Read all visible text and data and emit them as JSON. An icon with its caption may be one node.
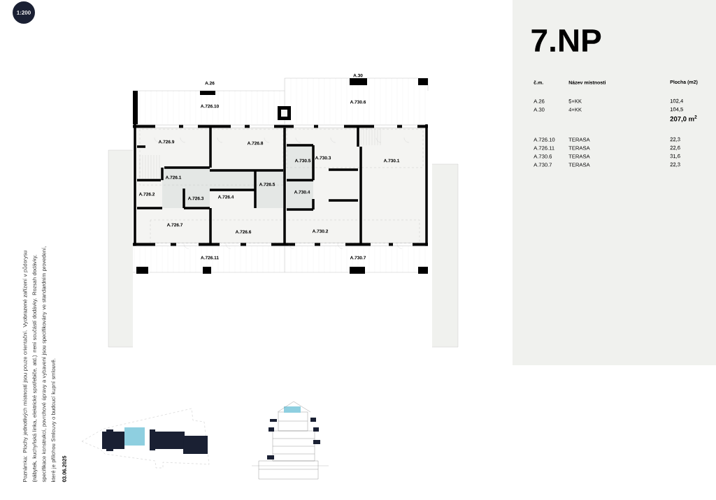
{
  "diagram": {
    "title": "7.NP",
    "labels": [
      "1:200",
      "A.26",
      "A.30",
      "A.726.10",
      "A.730.6",
      "A.726.9",
      "A.726.8",
      "A.730.5",
      "A.730.3",
      "A.730.1",
      "A.726.1",
      "A.726.2",
      "A.726.3",
      "A.726.4",
      "A.726.5",
      "A.730.4",
      "A.726.7",
      "A.726.6",
      "A.730.2",
      "A.726.11",
      "A.730.7",
      "č.m.",
      "Název místnosti",
      "Plocha (m2)",
      "A.26",
      "5+KK",
      "102,4",
      "A.30",
      "4+KK",
      "104,5",
      "**207,0 m$^{2}$**",
      "A.726.10",
      "TERASA",
      "22,3",
      "A.726.11",
      "TERASA",
      "22,6",
      "A.730.6",
      "TERASA",
      "31,6",
      "A.730.7",
      "TERASA",
      "22,3",
      "Poznámka: Plochy jednotlivých místností jsou pouze orientační. Vyobrazené zařízení v půdorysu (nábytek, kuchyňská linka, elektrické spotřebiče, atd.) není součástí dodávky. Rozsah dodávky, specifikace konstrukcí, povrchové úpravy a vybavení jsou specifikovány ve standardním provedení, které je přílohou Smlouvy o budoucí kupní smlouvě.",
      "03.06.2025"
    ]
  }
}
